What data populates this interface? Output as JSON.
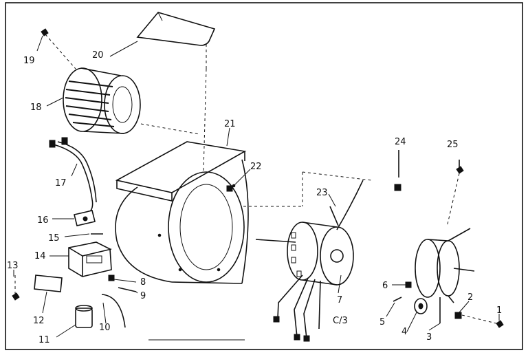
{
  "diagram": {
    "caption": "C/3",
    "callouts": [
      {
        "id": "1",
        "label": "1"
      },
      {
        "id": "2",
        "label": "2"
      },
      {
        "id": "3",
        "label": "3"
      },
      {
        "id": "4",
        "label": "4"
      },
      {
        "id": "5",
        "label": "5"
      },
      {
        "id": "6",
        "label": "6"
      },
      {
        "id": "7",
        "label": "7"
      },
      {
        "id": "8",
        "label": "8"
      },
      {
        "id": "9",
        "label": "9"
      },
      {
        "id": "10",
        "label": "10"
      },
      {
        "id": "11",
        "label": "11"
      },
      {
        "id": "12",
        "label": "12"
      },
      {
        "id": "13",
        "label": "13"
      },
      {
        "id": "14",
        "label": "14"
      },
      {
        "id": "15",
        "label": "15"
      },
      {
        "id": "16",
        "label": "16"
      },
      {
        "id": "17",
        "label": "17"
      },
      {
        "id": "18",
        "label": "18"
      },
      {
        "id": "19",
        "label": "19"
      },
      {
        "id": "20",
        "label": "20"
      },
      {
        "id": "21",
        "label": "21"
      },
      {
        "id": "22",
        "label": "22"
      },
      {
        "id": "23",
        "label": "23"
      },
      {
        "id": "24",
        "label": "24"
      },
      {
        "id": "25",
        "label": "25"
      }
    ]
  }
}
